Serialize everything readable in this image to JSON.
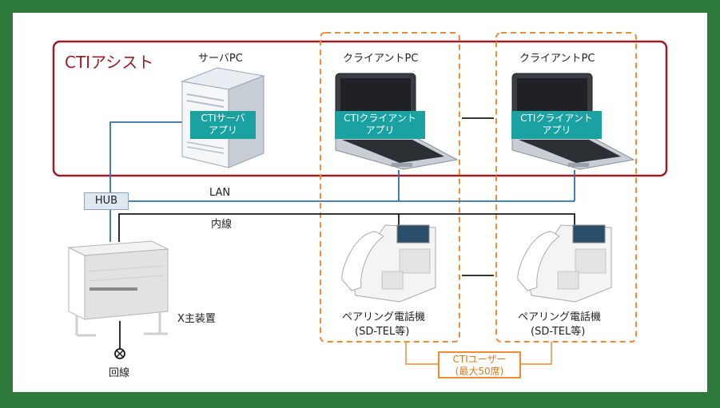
{
  "title": "CTIアシスト",
  "server_label": "サーバPC",
  "client_label_1": "クライアントPC",
  "client_label_2": "クライアントPC",
  "server_app_line1": "CTIサーバ",
  "server_app_line2": "アプリ",
  "client_app_1_line1": "CTIクライアント",
  "client_app_1_line2": "アプリ",
  "client_app_2_line1": "CTIクライアント",
  "client_app_2_line2": "アプリ",
  "hub_label": "HUB",
  "lan_label": "LAN",
  "extension_label": "内線",
  "main_unit_label": "X主装置",
  "line_label": "回線",
  "phone_1_line1": "ペアリング電話機",
  "phone_1_line2": "(SD-TEL等)",
  "phone_2_line1": "ペアリング電話機",
  "phone_2_line2": "(SD-TEL等)",
  "cti_user_line1": "CTIユーザー",
  "cti_user_line2": "(最大50席)",
  "colors": {
    "frame": "#2e7a3a",
    "cti_assist_border": "#9b1c23",
    "lan_line": "#2f6fb0",
    "extension_line": "#1a1a1a",
    "app_box": "#1aa2a2",
    "user_group_border": "#f08a33"
  }
}
